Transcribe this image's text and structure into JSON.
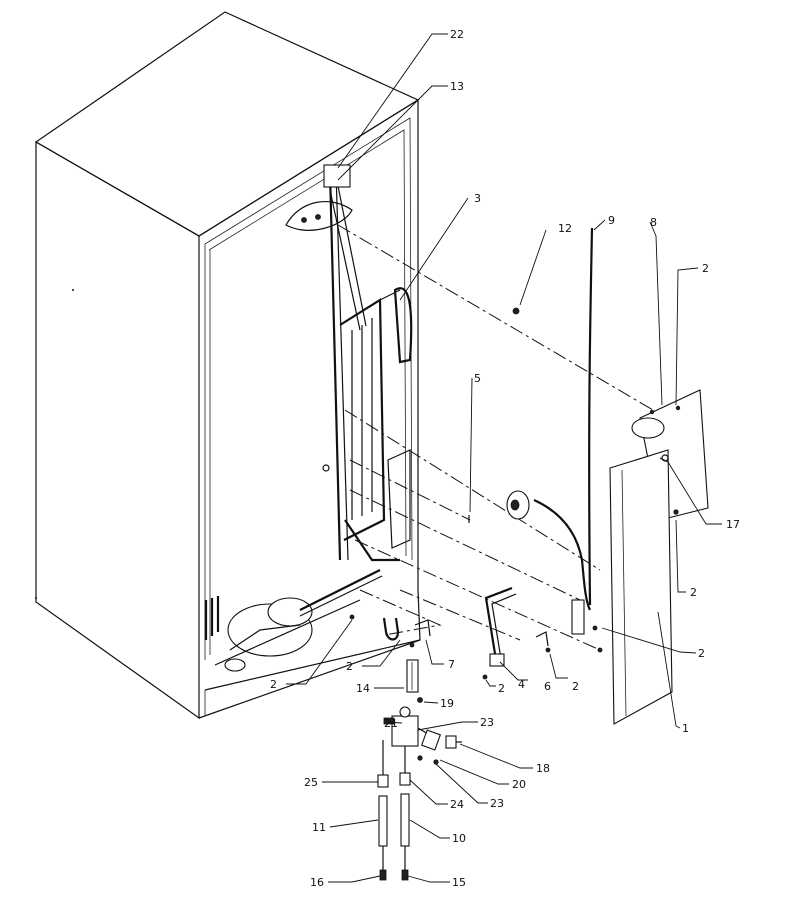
{
  "diagram": {
    "callouts": [
      {
        "id": "c1",
        "label": "1"
      },
      {
        "id": "c2a",
        "label": "2"
      },
      {
        "id": "c2b",
        "label": "2"
      },
      {
        "id": "c2c",
        "label": "2"
      },
      {
        "id": "c2d",
        "label": "2"
      },
      {
        "id": "c2e",
        "label": "2"
      },
      {
        "id": "c2f",
        "label": "2"
      },
      {
        "id": "c2g",
        "label": "2"
      },
      {
        "id": "c3",
        "label": "3"
      },
      {
        "id": "c4",
        "label": "4"
      },
      {
        "id": "c5",
        "label": "5"
      },
      {
        "id": "c6",
        "label": "6"
      },
      {
        "id": "c7",
        "label": "7"
      },
      {
        "id": "c8",
        "label": "8"
      },
      {
        "id": "c9",
        "label": "9"
      },
      {
        "id": "c10",
        "label": "10"
      },
      {
        "id": "c11",
        "label": "11"
      },
      {
        "id": "c12",
        "label": "12"
      },
      {
        "id": "c13",
        "label": "13"
      },
      {
        "id": "c14",
        "label": "14"
      },
      {
        "id": "c15",
        "label": "15"
      },
      {
        "id": "c16",
        "label": "16"
      },
      {
        "id": "c17",
        "label": "17"
      },
      {
        "id": "c18",
        "label": "18"
      },
      {
        "id": "c19",
        "label": "19"
      },
      {
        "id": "c20",
        "label": "20"
      },
      {
        "id": "c21",
        "label": "21"
      },
      {
        "id": "c22",
        "label": "22"
      },
      {
        "id": "c23a",
        "label": "23"
      },
      {
        "id": "c23b",
        "label": "23"
      },
      {
        "id": "c24",
        "label": "24"
      },
      {
        "id": "c25",
        "label": "25"
      }
    ]
  }
}
